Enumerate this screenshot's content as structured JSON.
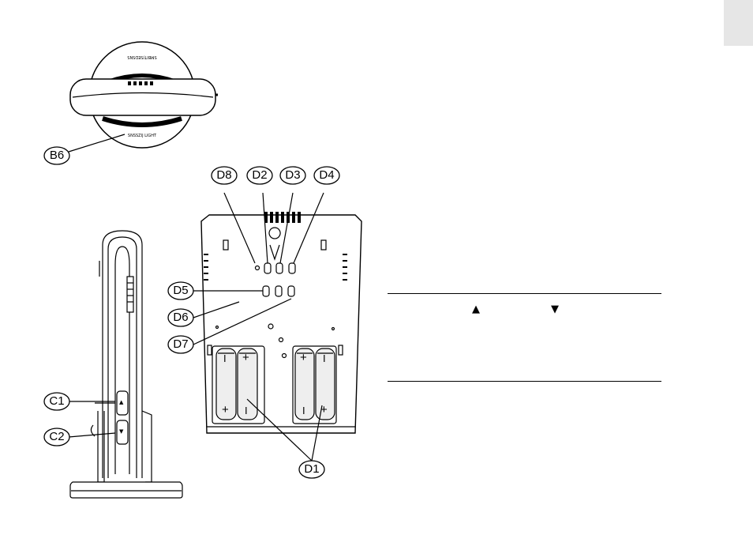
{
  "callouts": {
    "b6": "B6",
    "c1": "C1",
    "c2": "C2",
    "d1": "D1",
    "d2": "D2",
    "d3": "D3",
    "d4": "D4",
    "d5": "D5",
    "d6": "D6",
    "d7": "D7",
    "d8": "D8"
  },
  "base_text": {
    "top": "SMBIT/SEDSNS",
    "bottom": "SNSSZIJ LIGHT"
  },
  "battery_markings": {
    "plus": "+",
    "minus": "I"
  },
  "button_symbols": {
    "up": "▲",
    "down": "▼"
  },
  "section_tab_color": "#e6e6e6"
}
